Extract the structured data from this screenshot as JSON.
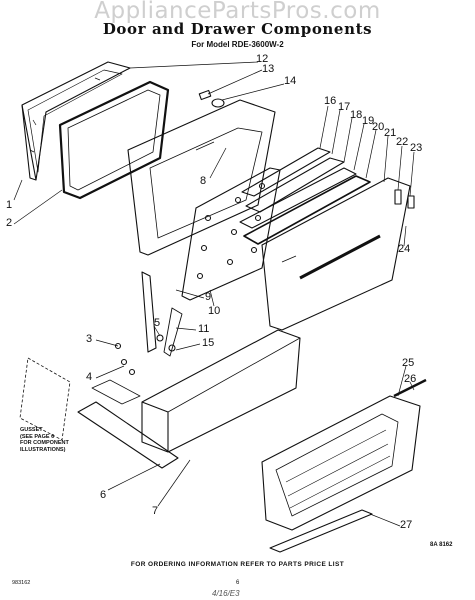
{
  "watermark": "AppliancePartsPros.com",
  "title": "Door and Drawer Components",
  "subtitle": "For Model RDE-3600W-2",
  "callouts": [
    "12",
    "13",
    "14",
    "16",
    "17",
    "18",
    "19",
    "20",
    "21",
    "22",
    "23",
    "8",
    "1",
    "2",
    "9",
    "10",
    "5",
    "11",
    "15",
    "3",
    "4",
    "25",
    "26",
    "6",
    "7",
    "24",
    "27"
  ],
  "gusset_note": [
    "GUSSET",
    "(SEE PAGE 6",
    "FOR COMPONENT",
    "ILLUSTRATIONS)"
  ],
  "footer": {
    "ordering": "FOR ORDERING INFORMATION REFER TO PARTS PRICE LIST",
    "part_ref": "8A 8162",
    "doc_id": "983162",
    "page": "6",
    "hand_note": "4/16/E3"
  }
}
